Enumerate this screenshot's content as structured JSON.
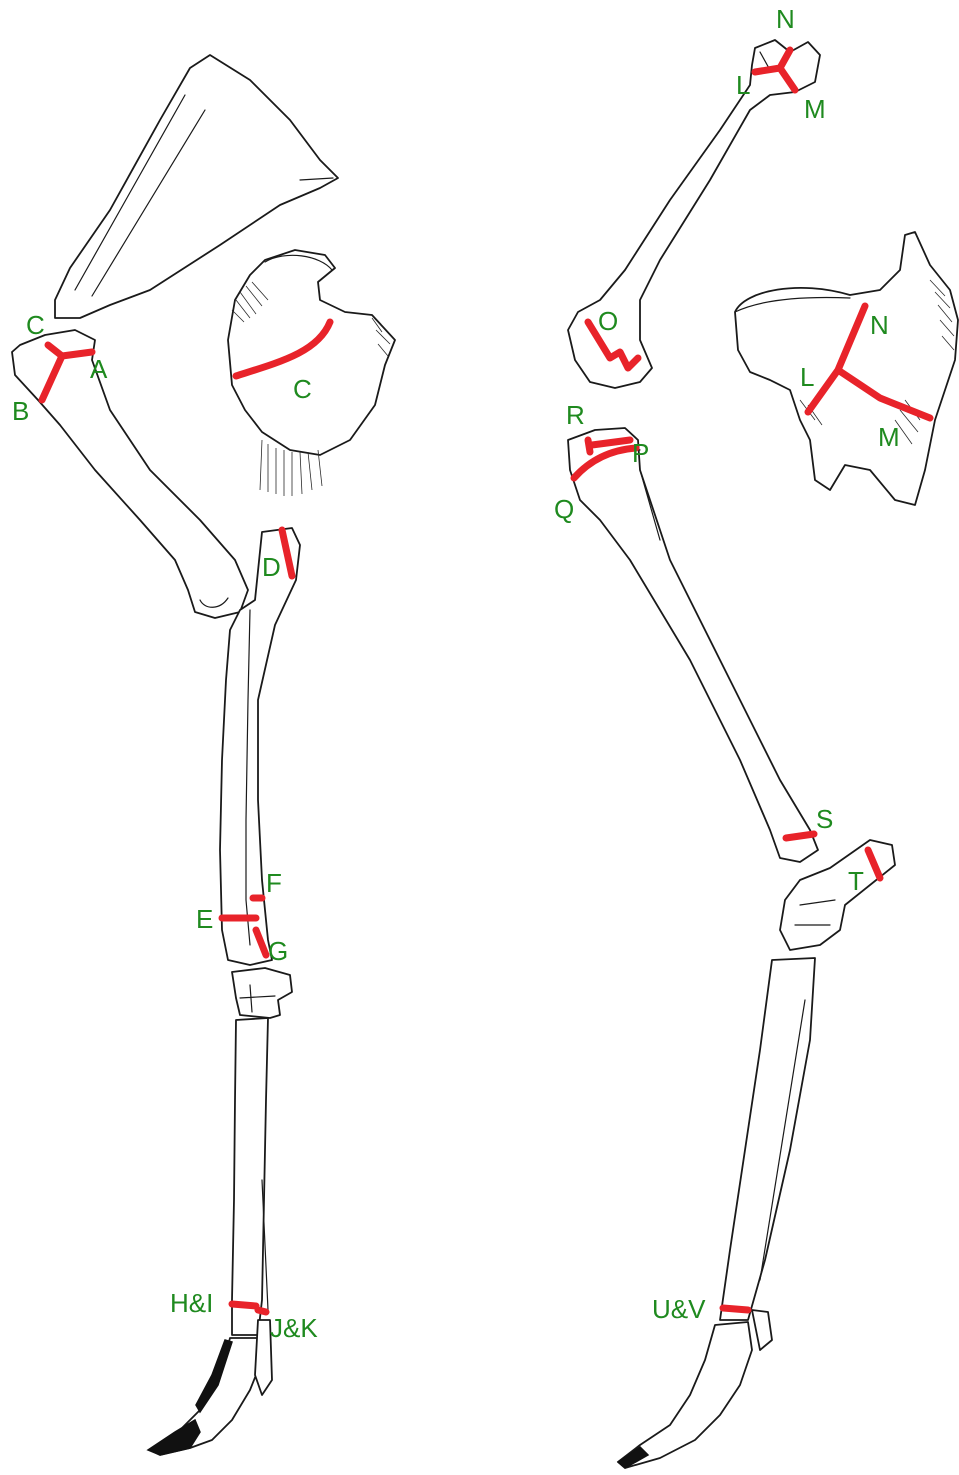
{
  "labels": {
    "A": "A",
    "B": "B",
    "C1": "C",
    "C2": "C",
    "D": "D",
    "E": "E",
    "F": "F",
    "G": "G",
    "HI": "H&I",
    "JK": "J&K",
    "N1": "N",
    "L1": "L",
    "M1": "M",
    "N2": "N",
    "L2": "L",
    "M2": "M",
    "O": "O",
    "R": "R",
    "P": "P",
    "Q": "Q",
    "S": "S",
    "T": "T",
    "UV": "U&V"
  },
  "colors": {
    "physis_line": "#e8232a",
    "label_text": "#1f8a1f",
    "bone_outline": "#1a1a1a",
    "background": "#ffffff"
  }
}
